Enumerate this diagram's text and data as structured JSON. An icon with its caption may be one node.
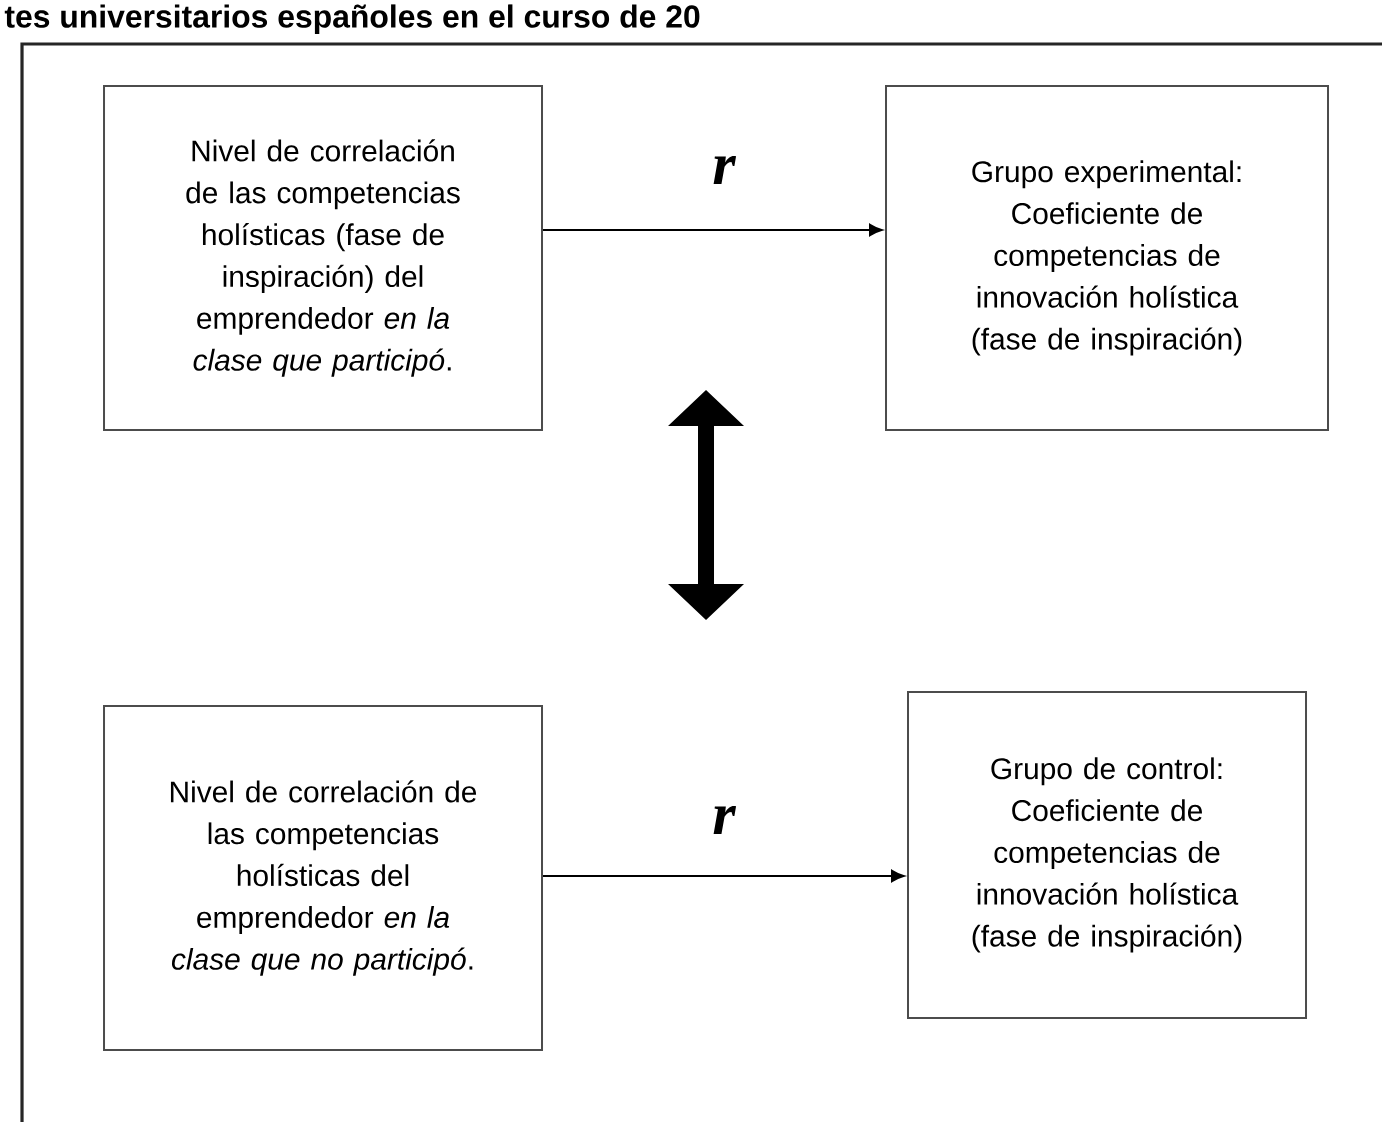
{
  "diagram": {
    "title": "tes universitarios españoles en el curso de 20",
    "nodes": [
      {
        "text": [
          "Nivel de correlación de las competencias holísticas (fase de inspiración) del emprendedor *en la clase que participó*."
        ]
      },
      {
        "text": [
          "Grupo experimental: Coeficiente de competencias de innovación holística (fase de inspiración)"
        ]
      },
      {
        "text": [
          "Nivel de correlación de las competencias holísticas del emprendedor *en la clase que no participó*."
        ]
      },
      {
        "text": [
          "Grupo de control: Coeficiente de competencias de innovación holística (fase de inspiración)"
        ]
      }
    ],
    "edges": [
      {
        "from": 0,
        "to": 1,
        "arrow": "to",
        "label": "r"
      },
      {
        "from": 2,
        "to": 3,
        "arrow": "to",
        "label": "r"
      }
    ]
  }
}
